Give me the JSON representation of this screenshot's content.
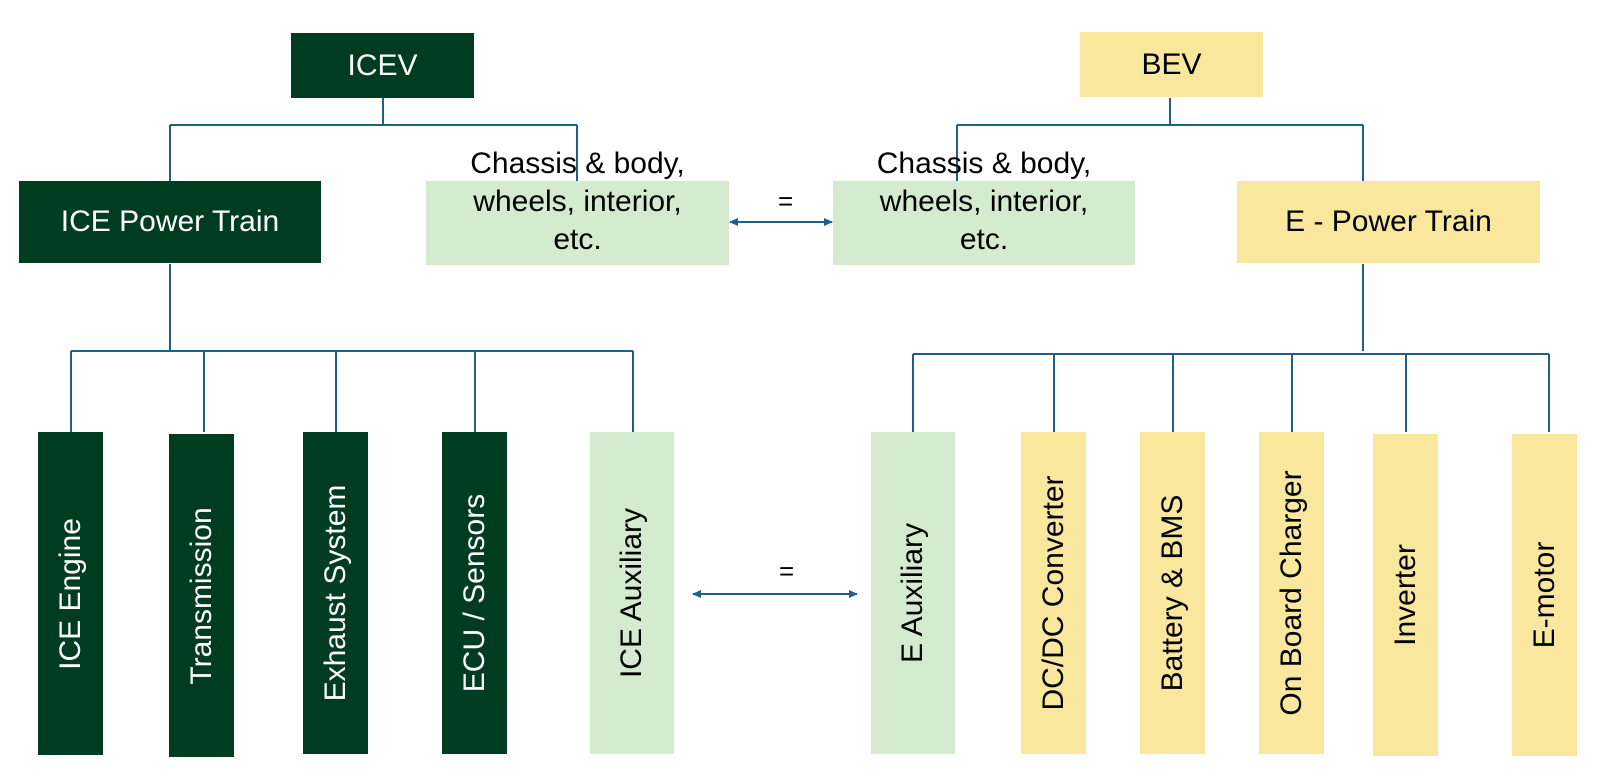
{
  "icev": {
    "title": "ICEV",
    "power_train": "ICE Power Train",
    "chassis": "Chassis & body, wheels, interior, etc.",
    "components": [
      "ICE Engine",
      "Transmission",
      "Exhaust System",
      "ECU / Sensors",
      "ICE Auxiliary"
    ]
  },
  "bev": {
    "title": "BEV",
    "power_train": "E - Power Train",
    "chassis": "Chassis & body, wheels, interior, etc.",
    "components": [
      "E Auxiliary",
      "DC/DC Converter",
      "Battery & BMS",
      "On Board Charger",
      "Inverter",
      "E-motor"
    ]
  },
  "equivalence": {
    "chassis_symbol": "=",
    "auxiliary_symbol": "="
  },
  "colors": {
    "dark_green": "#003d20",
    "light_green": "#d4ebcf",
    "yellow": "#f8e79c",
    "connector": "#1f6089"
  }
}
